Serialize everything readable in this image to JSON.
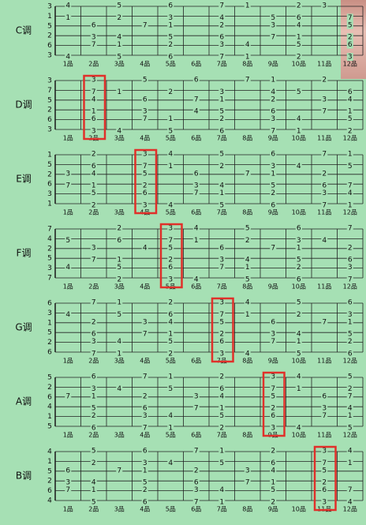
{
  "stamp": {
    "color": "#c48a80"
  },
  "colors": {
    "background": "#a6e0b4",
    "lines": "#222222",
    "highlight": "#e0302a",
    "text": "#111111"
  },
  "fret_labels": [
    "1品",
    "2品",
    "3品",
    "4品",
    "5品",
    "6品",
    "7品",
    "8品",
    "9品",
    "10品",
    "11品",
    "12品"
  ],
  "keys": [
    {
      "name": "C调",
      "open": [
        "3",
        "1",
        "5",
        "2",
        "6",
        "3"
      ],
      "highlight_fret": null,
      "notes": [
        [
          1,
          "4"
        ],
        [
          3,
          "5"
        ],
        [
          5,
          "6"
        ],
        [
          7,
          "7"
        ],
        [
          8,
          "1"
        ],
        [
          10,
          "2"
        ],
        [
          11,
          "3"
        ],
        [
          1,
          "1"
        ],
        [
          3,
          "2"
        ],
        [
          5,
          "3"
        ],
        [
          7,
          "4"
        ],
        [
          9,
          "5"
        ],
        [
          10,
          "6"
        ],
        [
          12,
          "7"
        ],
        [
          2,
          "6"
        ],
        [
          4,
          "7"
        ],
        [
          5,
          "1"
        ],
        [
          7,
          "2"
        ],
        [
          9,
          "3"
        ],
        [
          10,
          "4"
        ],
        [
          12,
          "5"
        ],
        [
          2,
          "3"
        ],
        [
          3,
          "4"
        ],
        [
          5,
          "5"
        ],
        [
          7,
          "6"
        ],
        [
          9,
          "7"
        ],
        [
          10,
          "1"
        ],
        [
          12,
          "2"
        ],
        [
          2,
          "7"
        ],
        [
          3,
          "1"
        ],
        [
          5,
          "2"
        ],
        [
          7,
          "3"
        ],
        [
          8,
          "4"
        ],
        [
          10,
          "5"
        ],
        [
          12,
          "6"
        ],
        [
          1,
          "4"
        ],
        [
          3,
          "5"
        ],
        [
          5,
          "6"
        ],
        [
          7,
          "7"
        ],
        [
          8,
          "1"
        ],
        [
          10,
          "2"
        ],
        [
          12,
          "3"
        ]
      ]
    },
    {
      "name": "D调",
      "open": [
        "3",
        "7",
        "5",
        "2",
        "6",
        "3"
      ],
      "highlight_fret": 2,
      "notes": [
        [
          2,
          "3"
        ],
        [
          4,
          "5"
        ],
        [
          6,
          "6"
        ],
        [
          8,
          "7"
        ],
        [
          9,
          "1"
        ],
        [
          11,
          "2"
        ],
        [
          2,
          "7"
        ],
        [
          3,
          "1"
        ],
        [
          5,
          "2"
        ],
        [
          7,
          "3"
        ],
        [
          9,
          "4"
        ],
        [
          10,
          "5"
        ],
        [
          12,
          "6"
        ],
        [
          2,
          "4"
        ],
        [
          4,
          "6"
        ],
        [
          6,
          "7"
        ],
        [
          7,
          "1"
        ],
        [
          9,
          "2"
        ],
        [
          11,
          "3"
        ],
        [
          12,
          "4"
        ],
        [
          2,
          "1"
        ],
        [
          4,
          "3"
        ],
        [
          6,
          "4"
        ],
        [
          7,
          "5"
        ],
        [
          9,
          "6"
        ],
        [
          11,
          "7"
        ],
        [
          12,
          "1"
        ],
        [
          2,
          "6"
        ],
        [
          4,
          "7"
        ],
        [
          5,
          "1"
        ],
        [
          7,
          "2"
        ],
        [
          9,
          "3"
        ],
        [
          10,
          "4"
        ],
        [
          12,
          "5"
        ],
        [
          2,
          "3"
        ],
        [
          3,
          "4"
        ],
        [
          5,
          "5"
        ],
        [
          7,
          "6"
        ],
        [
          9,
          "7"
        ],
        [
          10,
          "1"
        ],
        [
          12,
          "2"
        ]
      ]
    },
    {
      "name": "E调",
      "open": [
        "1",
        "5",
        "2",
        "6",
        "3",
        "1"
      ],
      "highlight_fret": 4,
      "notes": [
        [
          2,
          "2"
        ],
        [
          4,
          "3"
        ],
        [
          5,
          "4"
        ],
        [
          7,
          "5"
        ],
        [
          9,
          "6"
        ],
        [
          11,
          "7"
        ],
        [
          12,
          "1"
        ],
        [
          2,
          "6"
        ],
        [
          4,
          "7"
        ],
        [
          5,
          "1"
        ],
        [
          7,
          "2"
        ],
        [
          9,
          "3"
        ],
        [
          10,
          "4"
        ],
        [
          12,
          "5"
        ],
        [
          1,
          "3"
        ],
        [
          2,
          "4"
        ],
        [
          4,
          "5"
        ],
        [
          6,
          "6"
        ],
        [
          8,
          "7"
        ],
        [
          9,
          "1"
        ],
        [
          11,
          "2"
        ],
        [
          1,
          "7"
        ],
        [
          2,
          "1"
        ],
        [
          4,
          "2"
        ],
        [
          6,
          "3"
        ],
        [
          7,
          "4"
        ],
        [
          9,
          "5"
        ],
        [
          11,
          "6"
        ],
        [
          12,
          "7"
        ],
        [
          2,
          "5"
        ],
        [
          4,
          "6"
        ],
        [
          6,
          "7"
        ],
        [
          7,
          "1"
        ],
        [
          9,
          "2"
        ],
        [
          11,
          "3"
        ],
        [
          12,
          "4"
        ],
        [
          2,
          "2"
        ],
        [
          4,
          "3"
        ],
        [
          5,
          "4"
        ],
        [
          7,
          "5"
        ],
        [
          9,
          "6"
        ],
        [
          11,
          "7"
        ],
        [
          12,
          "1"
        ]
      ]
    },
    {
      "name": "F调",
      "open": [
        "7",
        "4",
        "2",
        "5",
        "3",
        "7"
      ],
      "highlight_fret": 5,
      "notes": [
        [
          3,
          "2"
        ],
        [
          5,
          "3"
        ],
        [
          6,
          "4"
        ],
        [
          8,
          "5"
        ],
        [
          10,
          "6"
        ],
        [
          12,
          "7"
        ],
        [
          1,
          "5"
        ],
        [
          3,
          "6"
        ],
        [
          5,
          "7"
        ],
        [
          6,
          "1"
        ],
        [
          8,
          "2"
        ],
        [
          10,
          "3"
        ],
        [
          11,
          "4"
        ],
        [
          2,
          "3"
        ],
        [
          4,
          "4"
        ],
        [
          5,
          "5"
        ],
        [
          7,
          "6"
        ],
        [
          9,
          "7"
        ],
        [
          10,
          "1"
        ],
        [
          12,
          "2"
        ],
        [
          2,
          "7"
        ],
        [
          3,
          "1"
        ],
        [
          5,
          "2"
        ],
        [
          7,
          "3"
        ],
        [
          8,
          "4"
        ],
        [
          10,
          "5"
        ],
        [
          12,
          "6"
        ],
        [
          1,
          "4"
        ],
        [
          3,
          "5"
        ],
        [
          5,
          "6"
        ],
        [
          7,
          "7"
        ],
        [
          8,
          "1"
        ],
        [
          10,
          "2"
        ],
        [
          12,
          "3"
        ],
        [
          3,
          "2"
        ],
        [
          5,
          "3"
        ],
        [
          6,
          "4"
        ],
        [
          8,
          "5"
        ],
        [
          10,
          "6"
        ],
        [
          12,
          "7"
        ]
      ]
    },
    {
      "name": "G调",
      "open": [
        "6",
        "3",
        "1",
        "5",
        "2",
        "6"
      ],
      "highlight_fret": 7,
      "notes": [
        [
          2,
          "7"
        ],
        [
          3,
          "1"
        ],
        [
          5,
          "2"
        ],
        [
          7,
          "3"
        ],
        [
          8,
          "4"
        ],
        [
          10,
          "5"
        ],
        [
          12,
          "6"
        ],
        [
          1,
          "4"
        ],
        [
          3,
          "5"
        ],
        [
          5,
          "6"
        ],
        [
          7,
          "7"
        ],
        [
          8,
          "1"
        ],
        [
          10,
          "2"
        ],
        [
          12,
          "3"
        ],
        [
          2,
          "2"
        ],
        [
          4,
          "3"
        ],
        [
          5,
          "4"
        ],
        [
          7,
          "5"
        ],
        [
          9,
          "6"
        ],
        [
          11,
          "7"
        ],
        [
          12,
          "1"
        ],
        [
          2,
          "6"
        ],
        [
          4,
          "7"
        ],
        [
          5,
          "1"
        ],
        [
          7,
          "2"
        ],
        [
          9,
          "3"
        ],
        [
          10,
          "4"
        ],
        [
          12,
          "5"
        ],
        [
          2,
          "3"
        ],
        [
          3,
          "4"
        ],
        [
          5,
          "5"
        ],
        [
          7,
          "6"
        ],
        [
          9,
          "7"
        ],
        [
          10,
          "1"
        ],
        [
          12,
          "2"
        ],
        [
          2,
          "7"
        ],
        [
          3,
          "1"
        ],
        [
          5,
          "2"
        ],
        [
          7,
          "3"
        ],
        [
          8,
          "4"
        ],
        [
          10,
          "5"
        ],
        [
          12,
          "6"
        ]
      ]
    },
    {
      "name": "A调",
      "open": [
        "5",
        "2",
        "6",
        "4",
        "1",
        "5"
      ],
      "highlight_fret": 9,
      "notes": [
        [
          2,
          "6"
        ],
        [
          4,
          "7"
        ],
        [
          5,
          "1"
        ],
        [
          7,
          "2"
        ],
        [
          9,
          "3"
        ],
        [
          10,
          "4"
        ],
        [
          12,
          "5"
        ],
        [
          2,
          "3"
        ],
        [
          3,
          "4"
        ],
        [
          5,
          "5"
        ],
        [
          7,
          "6"
        ],
        [
          9,
          "7"
        ],
        [
          10,
          "1"
        ],
        [
          12,
          "2"
        ],
        [
          1,
          "7"
        ],
        [
          2,
          "1"
        ],
        [
          4,
          "2"
        ],
        [
          6,
          "3"
        ],
        [
          7,
          "4"
        ],
        [
          9,
          "5"
        ],
        [
          11,
          "6"
        ],
        [
          12,
          "7"
        ],
        [
          2,
          "5"
        ],
        [
          4,
          "6"
        ],
        [
          6,
          "7"
        ],
        [
          7,
          "1"
        ],
        [
          9,
          "2"
        ],
        [
          11,
          "3"
        ],
        [
          12,
          "4"
        ],
        [
          2,
          "2"
        ],
        [
          4,
          "3"
        ],
        [
          5,
          "4"
        ],
        [
          7,
          "5"
        ],
        [
          9,
          "6"
        ],
        [
          11,
          "7"
        ],
        [
          12,
          "1"
        ],
        [
          2,
          "6"
        ],
        [
          4,
          "7"
        ],
        [
          5,
          "1"
        ],
        [
          7,
          "2"
        ],
        [
          9,
          "3"
        ],
        [
          10,
          "4"
        ],
        [
          12,
          "5"
        ]
      ]
    },
    {
      "name": "B调",
      "open": [
        "4",
        "1",
        "5",
        "2",
        "6",
        "4"
      ],
      "highlight_fret": 11,
      "notes": [
        [
          2,
          "5"
        ],
        [
          4,
          "6"
        ],
        [
          6,
          "7"
        ],
        [
          7,
          "1"
        ],
        [
          9,
          "2"
        ],
        [
          11,
          "3"
        ],
        [
          12,
          "4"
        ],
        [
          2,
          "2"
        ],
        [
          4,
          "3"
        ],
        [
          5,
          "4"
        ],
        [
          7,
          "5"
        ],
        [
          9,
          "6"
        ],
        [
          11,
          "7"
        ],
        [
          12,
          "1"
        ],
        [
          1,
          "6"
        ],
        [
          3,
          "7"
        ],
        [
          4,
          "1"
        ],
        [
          6,
          "2"
        ],
        [
          8,
          "3"
        ],
        [
          9,
          "4"
        ],
        [
          11,
          "5"
        ],
        [
          1,
          "3"
        ],
        [
          2,
          "4"
        ],
        [
          4,
          "5"
        ],
        [
          6,
          "6"
        ],
        [
          8,
          "7"
        ],
        [
          9,
          "1"
        ],
        [
          11,
          "2"
        ],
        [
          1,
          "7"
        ],
        [
          2,
          "1"
        ],
        [
          4,
          "2"
        ],
        [
          6,
          "3"
        ],
        [
          7,
          "4"
        ],
        [
          9,
          "5"
        ],
        [
          11,
          "6"
        ],
        [
          12,
          "7"
        ],
        [
          2,
          "5"
        ],
        [
          4,
          "6"
        ],
        [
          6,
          "7"
        ],
        [
          7,
          "1"
        ],
        [
          9,
          "2"
        ],
        [
          11,
          "3"
        ],
        [
          12,
          "4"
        ]
      ]
    }
  ]
}
